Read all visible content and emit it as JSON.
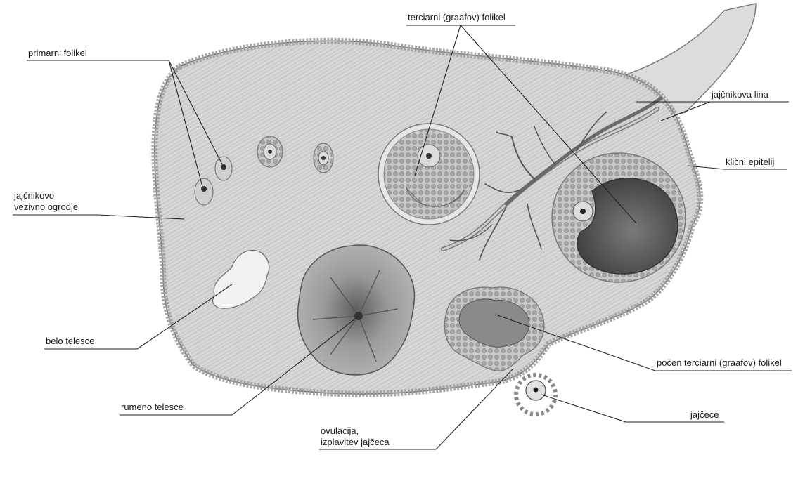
{
  "labels": {
    "primarni_folikel": "primarni folikel",
    "terciarni_folikel": "terciarni (graafov) folikel",
    "jajcnikova_lina": "jajčnikova lina",
    "klicni_epitelij": "klični epitelij",
    "vezivno_ogrodje_line1": "jajčnikovo",
    "vezivno_ogrodje_line2": "vezivno ogrodje",
    "belo_telesce": "belo telesce",
    "rumeno_telesce": "rumeno telesce",
    "ovulacija_line1": "ovulacija,",
    "ovulacija_line2": "izplavitev jajčeca",
    "pocen_folikel": "počen terciarni (graafov) folikel",
    "jajcece": "jajčece"
  },
  "colors": {
    "ovary_fill": "#d8d8d8",
    "epithelium": "#9a9a9a",
    "follicle": "#bdbdbd",
    "dark_follicle": "#5a5a5a",
    "corpus": "#8e8e8e",
    "ink": "#1a1a1a"
  }
}
